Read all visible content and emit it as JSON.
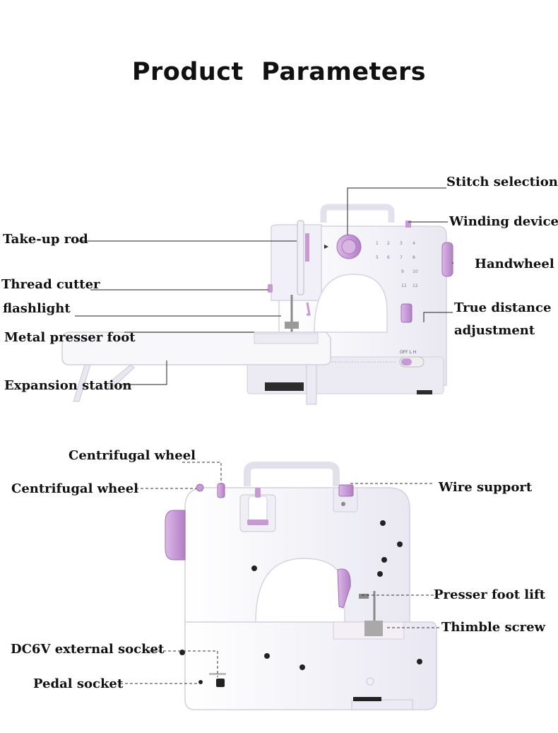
{
  "title": "Product  Parameters",
  "front_view": {
    "labels": {
      "stitch_selection": "Stitch selection",
      "winding_device": "Winding device",
      "take_up_rod": "Take-up rod",
      "handwheel": "Handwheel",
      "thread_cutter": "Thread cutter",
      "flashlight": "flashlight",
      "true_distance_1": "True distance",
      "true_distance_2": "adjustment",
      "metal_presser_foot": "Metal presser foot",
      "expansion_station": "Expansion station"
    },
    "switch_text": "OFF  L  H",
    "stitch_numbers": [
      "1",
      "2",
      "3",
      "4",
      "5",
      "6",
      "7",
      "8",
      "9",
      "10",
      "11",
      "12"
    ]
  },
  "back_view": {
    "labels": {
      "centrifugal_wheel_top": "Centrifugal wheel",
      "centrifugal_wheel_left": "Centrifugal wheel",
      "wire_support": "Wire support",
      "presser_foot_lift": "Presser foot lift",
      "thimble_screw": "Thimble screw",
      "dc6v_socket": "DC6V external socket",
      "pedal_socket": "Pedal socket"
    }
  },
  "colors": {
    "accent": "#c79ad6",
    "body": "#f6f5fb",
    "outline": "#c9c8d4"
  }
}
